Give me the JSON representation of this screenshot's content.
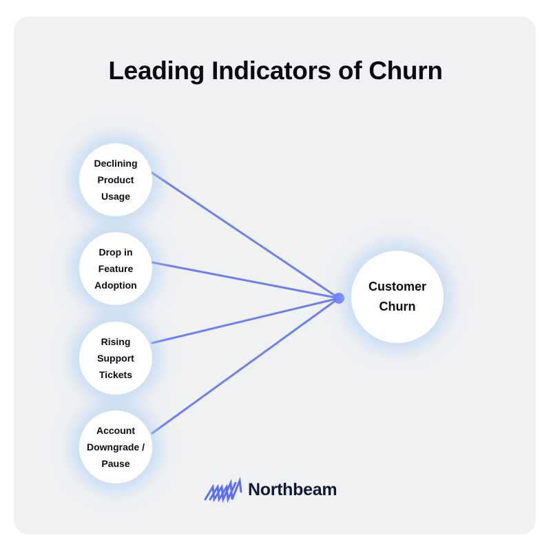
{
  "title": "Leading Indicators of Churn",
  "indicators": [
    {
      "label": "Declining Product Usage"
    },
    {
      "label": "Drop in Feature Adoption"
    },
    {
      "label": "Rising Support Tickets"
    },
    {
      "label": "Account Downgrade / Pause"
    }
  ],
  "outcome": {
    "label": "Customer Churn"
  },
  "brand": {
    "name": "Northbeam"
  },
  "colors": {
    "line": "#6b7ff5",
    "background": "#f0f1f3",
    "node_glow": "#aacdf5",
    "text": "#0b0b14",
    "brand_mark": "#5c6ef2",
    "brand_text": "#0e1a3a"
  },
  "icons": {
    "logo": "northbeam-logo-icon"
  }
}
